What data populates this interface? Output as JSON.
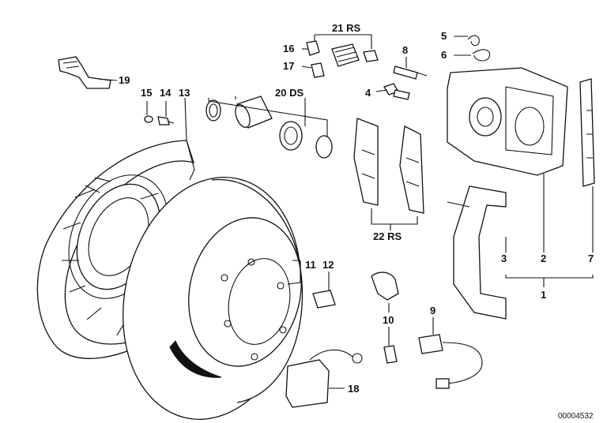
{
  "labels": {
    "p1": "1",
    "p2": "2",
    "p3": "3",
    "p4": "4",
    "p5": "5",
    "p6": "6",
    "p7": "7",
    "p8": "8",
    "p9": "9",
    "p10": "10",
    "p11": "11",
    "p12": "12",
    "p13": "13",
    "p14": "14",
    "p15": "15",
    "p16": "16",
    "p17": "17",
    "p18": "18",
    "p19": "19",
    "p20": "20 DS",
    "p21": "21 RS",
    "p22": "22 RS"
  },
  "reference_number": "00004532"
}
